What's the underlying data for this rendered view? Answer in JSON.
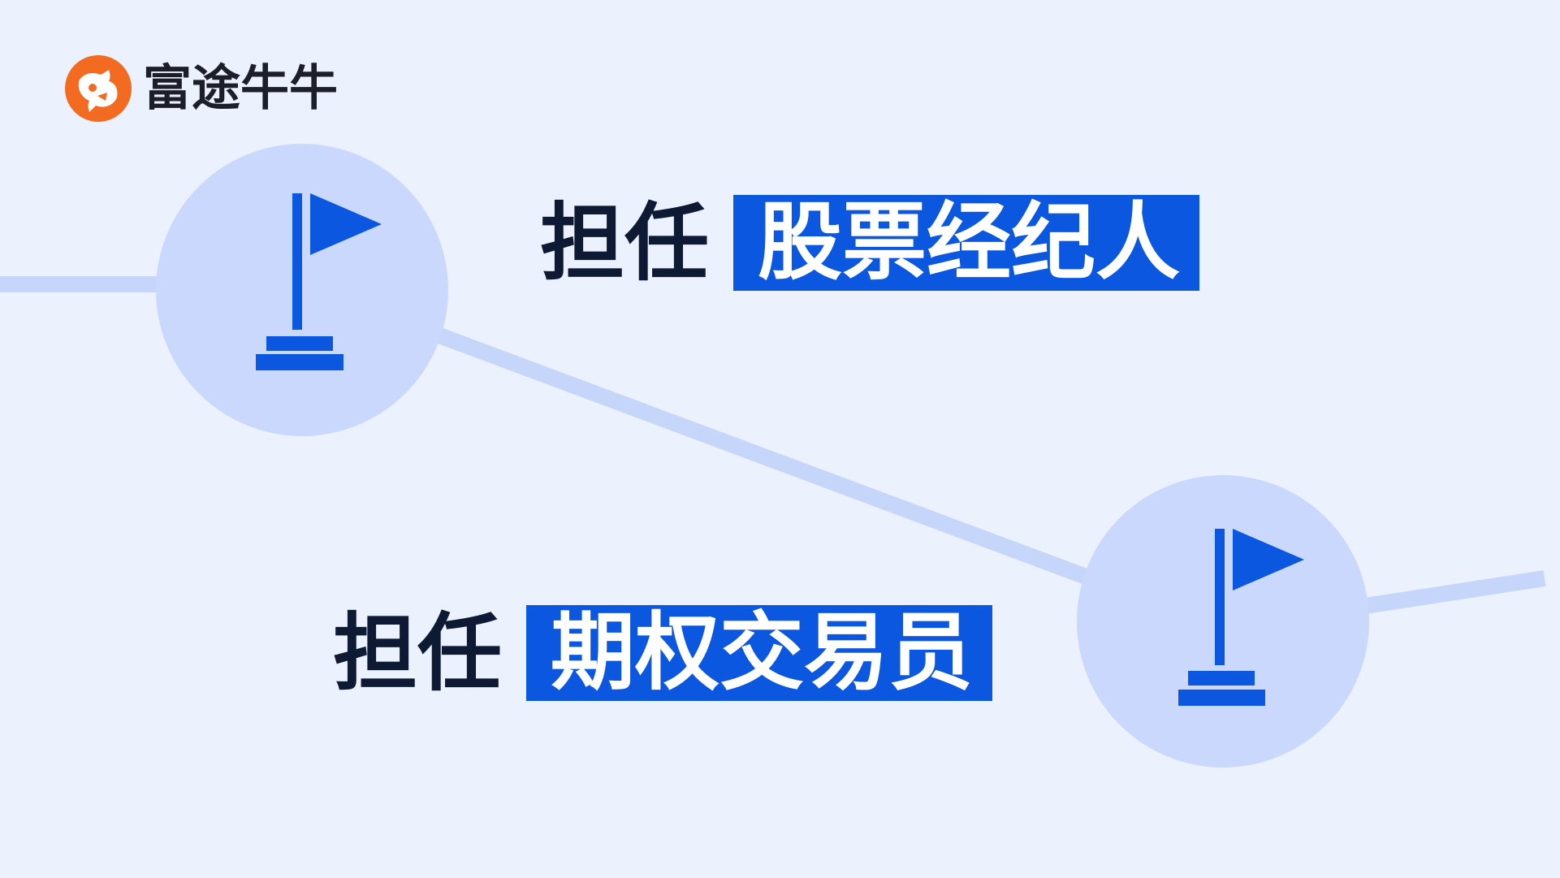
{
  "brand": {
    "name": "富途牛牛",
    "logo_icon": "futu-bull-logo-icon",
    "logo_color": "#F26B21"
  },
  "milestones": [
    {
      "prefix": "担任",
      "role": "股票经纪人",
      "icon": "flag-icon"
    },
    {
      "prefix": "担任",
      "role": "期权交易员",
      "icon": "flag-icon"
    }
  ],
  "colors": {
    "background": "#ECF2FD",
    "path_line": "#C6D6FB",
    "node_circle": "#C9D8FC",
    "accent_blue": "#0B57E0",
    "text_dark": "#0E1A33"
  }
}
